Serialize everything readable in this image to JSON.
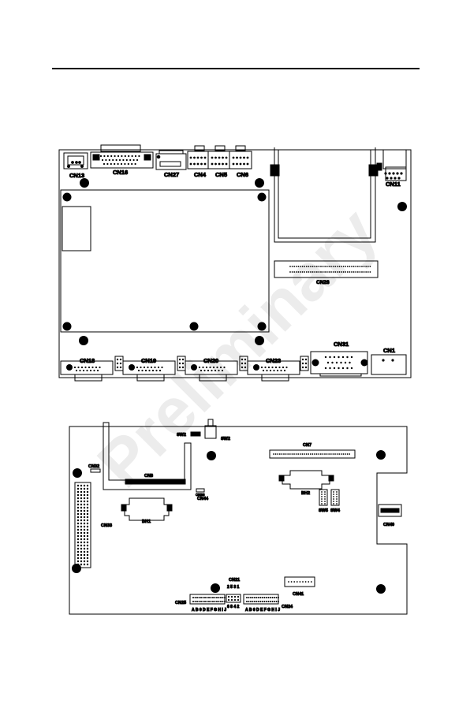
{
  "top_board": {
    "connectors": {
      "cn13": "CN13",
      "cn16": "CN16",
      "cn27": "CN27",
      "cn4": "CN4",
      "cn5": "CN5",
      "cn6": "CN6",
      "cn11": "CN11",
      "cn28": "CN28",
      "cn31": "CN31",
      "cn1": "CN1",
      "cn18": "CN18",
      "cn19": "CN19",
      "cn20": "CN20",
      "cn23": "CN23"
    }
  },
  "bottom_board": {
    "labels": {
      "sw2a": "SW2",
      "sw2b": "SW2",
      "cn7": "CN7",
      "cn32": "CN32",
      "cn8": "CN8",
      "cn36": "CN36",
      "cn44": "CN44",
      "bh2": "BH2",
      "bh1": "BH1",
      "cn33": "CN33",
      "sw5": "SW5",
      "sw4": "SW4",
      "cn40": "CN40",
      "cn21": "CN21",
      "cn21_pins_top": "2 5 3 1",
      "cn21_pins_bottom": "6 8 4 2",
      "cn41": "CN41",
      "cn25": "CN25",
      "cn24": "CN24",
      "cn25_pins": "A B 0 D E F G H I J",
      "cn24_pins": "A B 0 D E F G H I J"
    }
  },
  "watermark": "Preliminary"
}
